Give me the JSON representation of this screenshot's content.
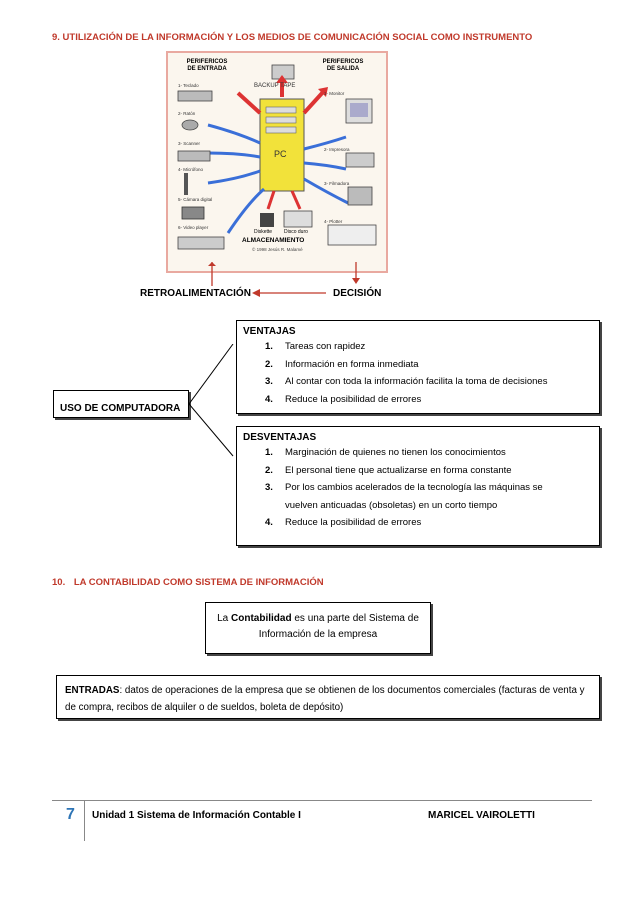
{
  "section9": {
    "title": "9. UTILIZACIÓN DE LA INFORMACIÓN Y LOS MEDIOS DE COMUNICACIÓN SOCIAL COMO INSTRUMENTO"
  },
  "figure": {
    "input_title": "PERIFERICOS DE ENTRADA",
    "output_title": "PERIFERICOS DE SALIDA",
    "backup_label": "BACKUP TAPE",
    "pc_label": "PC",
    "storage_title": "ALMACENAMIENTO",
    "diskette_label": "Diskette",
    "disk_label": "Disco duro",
    "copyright": "© 1998 Jesús R. Malamé",
    "inputs": [
      "1- Teclado",
      "2- Ratón",
      "3- Scanner",
      "4- Micrófono",
      "5- Cámara digital",
      "6- Video player"
    ],
    "outputs": [
      "1- Monitor",
      "2- Impresora",
      "3- Filmadora",
      "4- Plotter"
    ]
  },
  "flow": {
    "left_label": "RETROALIMENTACIÓN",
    "right_label": "DECISIÓN"
  },
  "uso": {
    "label": "USO DE COMPUTADORA"
  },
  "ventajas": {
    "title": "VENTAJAS",
    "items": [
      {
        "n": "1.",
        "text": "Tareas con rapidez"
      },
      {
        "n": "2.",
        "text": "Información en forma inmediata"
      },
      {
        "n": "3.",
        "text": "Al contar con toda la información facilita la toma de decisiones"
      },
      {
        "n": "4.",
        "text": "Reduce la posibilidad de errores"
      }
    ]
  },
  "desventajas": {
    "title": "DESVENTAJAS",
    "items": [
      {
        "n": "1.",
        "text": "Marginación de quienes no tienen los conocimientos"
      },
      {
        "n": "2.",
        "text": "El personal tiene que actualizarse en forma constante"
      },
      {
        "n": "3.",
        "text": "Por los cambios acelerados de la tecnología las máquinas se vuelven anticuadas (obsoletas) en un corto tiempo"
      },
      {
        "n": "4.",
        "text": "Reduce la posibilidad de errores"
      }
    ]
  },
  "section10": {
    "number": "10.",
    "title": "LA CONTABILIDAD COMO SISTEMA DE INFORMACIÓN"
  },
  "contabilidad": {
    "pre": "La ",
    "bold": "Contabilidad",
    "post": " es una parte del Sistema de Información de la empresa"
  },
  "entradas": {
    "label": "ENTRADAS",
    "text": ": datos de operaciones de la empresa que se obtienen de los documentos comerciales (facturas de venta y de compra, recibos de alquiler o de sueldos, boleta de depósito)"
  },
  "footer": {
    "page": "7",
    "title": "Unidad 1 Sistema de Información Contable I",
    "author": "MARICEL VAIROLETTI"
  },
  "colors": {
    "heading": "#c0392b",
    "page_number": "#2e75b6",
    "flow_arrow": "#c0392b",
    "figure_border": "#e9a9a0"
  }
}
